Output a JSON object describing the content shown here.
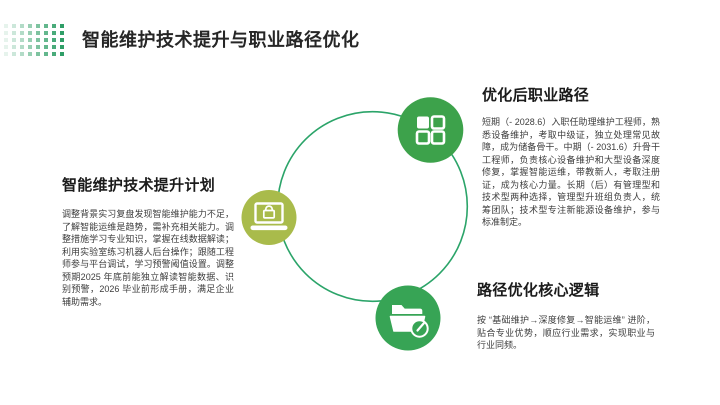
{
  "slide": {
    "title": "智能维护技术提升与职业路径优化",
    "blocks": {
      "tech_plan": {
        "heading": "智能维护技术提升计划",
        "body": "调整背景实习复盘发现智能维护能力不足，了解智能运维是趋势，需补充相关能力。调整措施学习专业知识，掌握在线数据解读；利用实验室练习机器人后台操作；跟随工程师参与平台调试，学习预警阈值设置。调整预期2025 年底前能独立解读智能数据、识别预警，2026 毕业前形成手册，满足企业辅助需求。"
      },
      "career_path": {
        "heading": "优化后职业路径",
        "body": "短期（- 2028.6）入职任助理维护工程师，熟悉设备维护，考取中级证，独立处理常见故障，成为储备骨干。中期（- 2031.6）升骨干工程师，负责核心设备维护和大型设备深度修复，掌握智能运维，带教新人，考取注册证，成为核心力量。长期（后）有管理型和技术型两种选择，管理型升班组负责人，统筹团队；技术型专注新能源设备维护，参与标准制定。"
      },
      "core_logic": {
        "heading": "路径优化核心逻辑",
        "body": "按 “基础维护→深度修复→智能运维” 进阶，贴合专业优势，顺应行业需求，实现职业与行业同频。"
      }
    },
    "diagram": {
      "icons": [
        "app-grid",
        "laptop-lock",
        "folder-clock"
      ]
    }
  },
  "colors": {
    "ring": "#2ba469",
    "badge_grid": "#3da24b",
    "badge_laptop": "#a9bb4b",
    "badge_folder": "#37a455",
    "dot": "#2e9e66"
  },
  "decor": {
    "dot_rows": 5,
    "dot_cols": 8
  }
}
